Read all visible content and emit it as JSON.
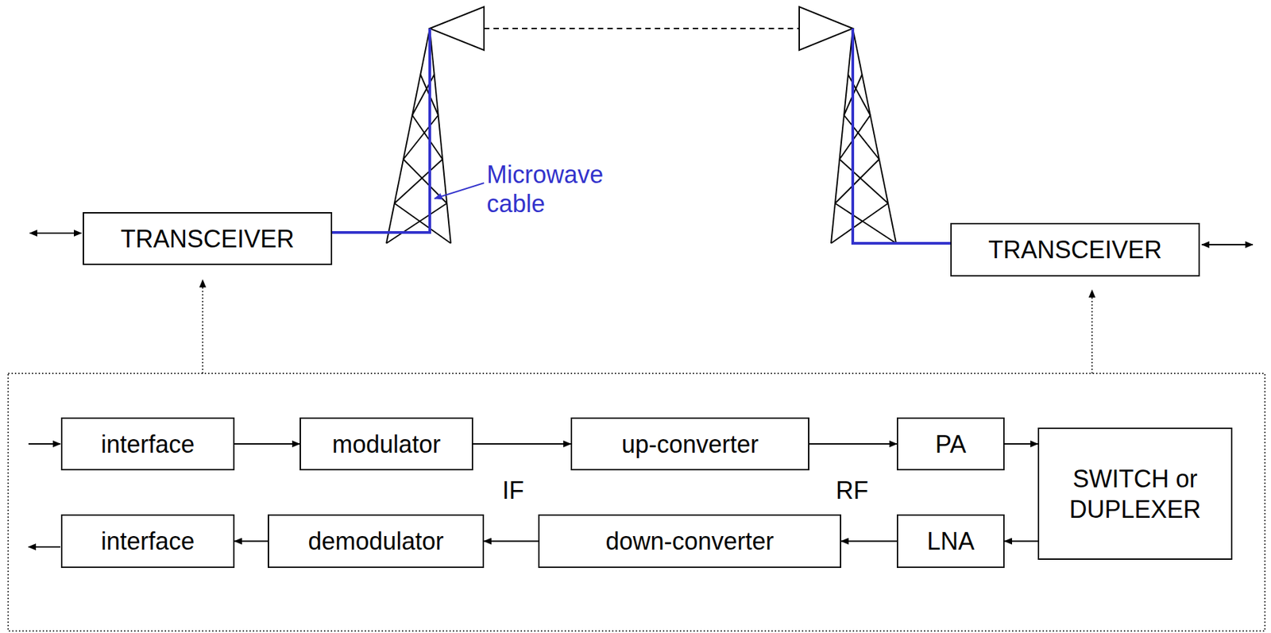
{
  "diagram": {
    "nodes": [
      {
        "text": [
          "TRANSCEIVER"
        ]
      },
      {
        "text": [
          "TRANSCEIVER"
        ]
      },
      {
        "text": [
          "interface"
        ]
      },
      {
        "text": [
          "modulator"
        ]
      },
      {
        "text": [
          "up-converter"
        ]
      },
      {
        "text": [
          "PA"
        ]
      },
      {
        "text": [
          "SWITCH or DUPLEXER"
        ]
      },
      {
        "text": [
          "LNA"
        ]
      },
      {
        "text": [
          "down-converter"
        ]
      },
      {
        "text": [
          "demodulator"
        ]
      },
      {
        "text": [
          "interface"
        ]
      }
    ],
    "edges": [
      {
        "from": 2,
        "to": 3,
        "arrow": "to"
      },
      {
        "from": 3,
        "to": 4,
        "arrow": "to"
      },
      {
        "from": 4,
        "to": 5,
        "arrow": "to"
      },
      {
        "from": 5,
        "to": 6,
        "arrow": "to"
      },
      {
        "from": 6,
        "to": 7,
        "arrow": "to"
      },
      {
        "from": 7,
        "to": 8,
        "arrow": "to"
      },
      {
        "from": 8,
        "to": 9,
        "arrow": "to"
      },
      {
        "from": 9,
        "to": 10,
        "arrow": "to"
      }
    ],
    "labels": [
      "Microwave cable",
      "IF",
      "RF"
    ]
  }
}
